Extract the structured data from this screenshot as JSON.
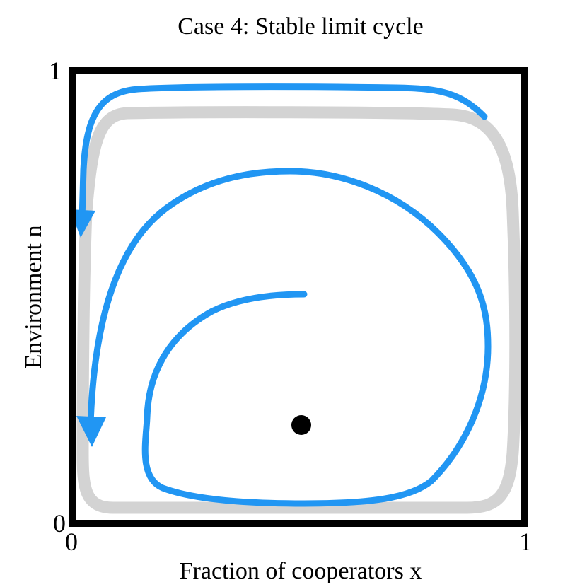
{
  "title": "Case 4: Stable limit cycle",
  "xlabel": "Fraction of cooperators x",
  "ylabel": "Environment n",
  "ticks": {
    "x_min": "0",
    "x_max": "1",
    "y_min": "0",
    "y_max": "1"
  },
  "colors": {
    "trajectory": "#2196F3",
    "limit_cycle": "#D3D3D3",
    "frame": "#000000",
    "fixed_point": "#000000"
  },
  "elements": {
    "limit_cycle": "light gray closed orbit",
    "trajectories": [
      "outer trajectory with arrow",
      "inner spiral trajectory with arrow",
      "innermost spiral"
    ],
    "fixed_point": "interior fixed point (black dot)"
  }
}
